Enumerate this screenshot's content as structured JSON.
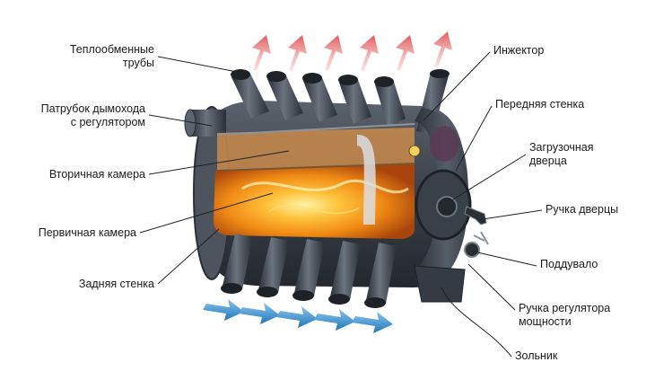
{
  "labels": {
    "left": {
      "heat_exchange_pipes": [
        "Теплообменные",
        "трубы"
      ],
      "flue_pipe": [
        "Патрубок дымохода",
        "с регулятором"
      ],
      "secondary_chamber": "Вторичная камера",
      "primary_chamber": "Первичная камера",
      "back_wall": "Задняя стенка"
    },
    "right": {
      "injector": "Инжектор",
      "front_wall": "Передняя стенка",
      "loading_door": [
        "Загрузочная",
        "дверца"
      ],
      "door_handle": "Ручка дверцы",
      "blower": "Поддувало",
      "power_regulator_handle": [
        "Ручка регулятора",
        "мощности"
      ],
      "ash_pan": "Зольник"
    }
  },
  "colors": {
    "hot_air_arrow": "#e8686a",
    "cold_air_arrow": "#2f86c8",
    "body_metal": "#3f4650",
    "fire": "#f59a1c",
    "leader_line": "#222222"
  }
}
